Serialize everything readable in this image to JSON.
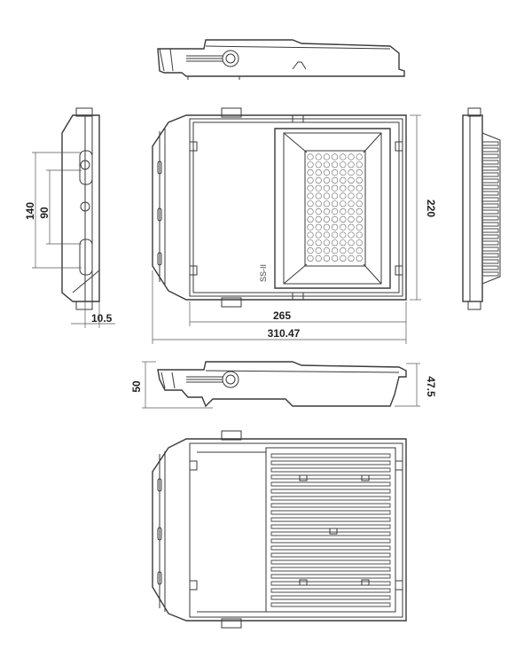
{
  "dimensions": {
    "height_outer": "140",
    "height_inner": "90",
    "width_mount": "265",
    "width_total": "310.47",
    "body_height": "220",
    "depth_left": "10.5",
    "side_height": "50",
    "side_height_inner": "47.5"
  },
  "marking": "SS-II",
  "colors": {
    "line": "#3a3a3a",
    "background": "#ffffff"
  }
}
